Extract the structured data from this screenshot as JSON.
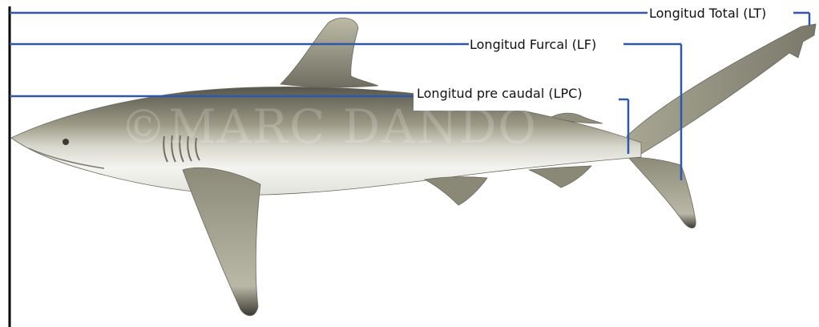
{
  "measurements": {
    "total": {
      "label": "Longitud Total (LT)"
    },
    "fork": {
      "label": "Longitud Furcal (LF)"
    },
    "precaudal": {
      "label": "Longitud pre caudal (LPC)"
    }
  },
  "watermark": "©MARC DANDO",
  "colors": {
    "line": "#2f58a8",
    "axis": "#000000",
    "shark_dark": "#5f5f55",
    "shark_mid": "#a9a692",
    "shark_light": "#f2f2ee"
  }
}
